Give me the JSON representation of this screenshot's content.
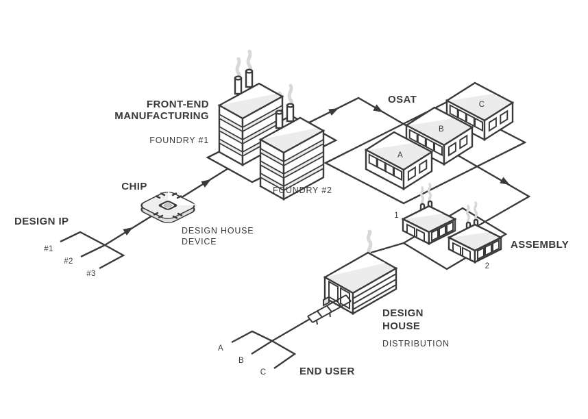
{
  "title": "Semiconductor supply chain diagram",
  "colors": {
    "ink": "#3a3a3a",
    "fill_light": "#ececec",
    "fill_mid": "#e0e0e0",
    "smoke": "#d8d8d8",
    "background": "#ffffff"
  },
  "design_ip": {
    "title": "DESIGN IP",
    "items": [
      "#1",
      "#2",
      "#3"
    ]
  },
  "chip": {
    "title": "CHIP",
    "caption_line1": "DESIGN HOUSE",
    "caption_line2": "DEVICE"
  },
  "front_end": {
    "title_line1": "FRONT-END",
    "title_line2": "MANUFACTURING",
    "foundry1": "FOUNDRY #1",
    "foundry2": "FOUNDRY #2"
  },
  "osat": {
    "title": "OSAT",
    "buildings": [
      "A",
      "B",
      "C"
    ]
  },
  "assembly": {
    "title": "ASSEMBLY",
    "buildings": [
      "1",
      "2"
    ]
  },
  "distribution": {
    "title_line1": "DESIGN",
    "title_line2": "HOUSE",
    "subtitle": "DISTRIBUTION"
  },
  "end_user": {
    "title": "END USER",
    "items": [
      "A",
      "B",
      "C"
    ]
  }
}
